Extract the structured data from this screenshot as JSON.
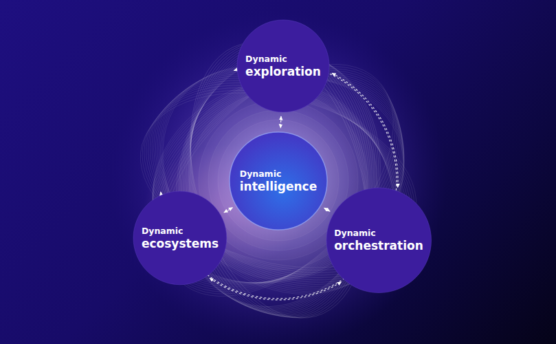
{
  "diagram": {
    "nodes": [
      {
        "text": [
          "Dynamic",
          "exploration"
        ]
      },
      {
        "text": [
          "Dynamic",
          "intelligence"
        ]
      },
      {
        "text": [
          "Dynamic",
          "ecosystems"
        ]
      },
      {
        "text": [
          "Dynamic",
          "orchestration"
        ]
      }
    ],
    "edges": [
      {
        "from": 0,
        "to": 1,
        "arrow": "both"
      },
      {
        "from": 2,
        "to": 1,
        "arrow": "both"
      },
      {
        "from": 3,
        "to": 1,
        "arrow": "both"
      },
      {
        "from": 0,
        "to": 2,
        "arrow": "both"
      },
      {
        "from": 0,
        "to": 3,
        "arrow": "both"
      },
      {
        "from": 2,
        "to": 3,
        "arrow": "both"
      }
    ]
  }
}
